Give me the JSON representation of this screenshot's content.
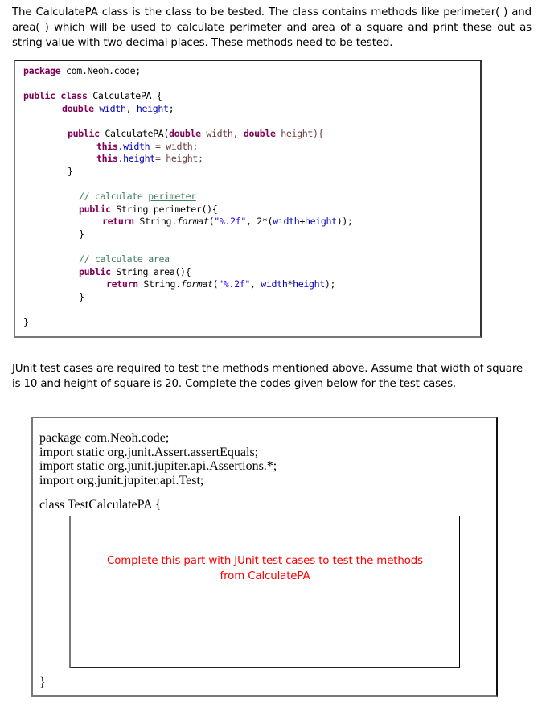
{
  "intro_paragraph": "The CalculatePA class is the class to be tested. The class contains methods like perimeter( ) and area( ) which will be used to calculate perimeter and area of a square and print these out as string value with two decimal places. These methods need to be tested.",
  "source_code": {
    "package_keyword": "package",
    "package_name": " com.Neoh.code;",
    "class_decl": {
      "public": "public",
      "class": "class",
      "name": " CalculatePA {"
    },
    "fields": {
      "type": "double",
      "names": [
        "width",
        "height"
      ]
    },
    "constructor": {
      "public": "public",
      "name": " CalculatePA(",
      "param_type": "double",
      "param1": " width, ",
      "param2": " height){",
      "this": "this",
      "width_field": ".width",
      "width_assign": " = width;",
      "height_field": ".height",
      "height_assign": "= height;",
      "close": "}"
    },
    "perimeter_method": {
      "comment_prefix": "// calculate ",
      "comment_word": "perimeter",
      "public": "public",
      "signature": " String perimeter(){",
      "return": "return",
      "call_prefix": " String.",
      "format": "format",
      "open": "(",
      "fmt_string": "\"%.2f\"",
      "args_prefix": ", 2*(",
      "arg_width": "width",
      "plus": "+",
      "arg_height": "height",
      "close_call": "));",
      "close": "}"
    },
    "area_method": {
      "comment": "// calculate area",
      "public": "public",
      "signature": " String area(){",
      "return": "return",
      "call_prefix": " String.",
      "format": "format",
      "open": "(",
      "fmt_string": "\"%.2f\"",
      "comma": ", ",
      "arg_width": "width",
      "times": "*",
      "arg_height": "height",
      "close_call": ");",
      "close": "}"
    },
    "class_close": "}"
  },
  "task_paragraph": "JUnit test cases are required to test the methods mentioned above. Assume that width of square is 10 and height of square is 20. Complete the codes given below for the test cases.",
  "test_template": {
    "lines": [
      "package com.Neoh.code;",
      "import static org.junit.Assert.assertEquals;",
      "import static org.junit.jupiter.api.Assertions.*;",
      "import org.junit.jupiter.api.Test;"
    ],
    "class_decl": "class TestCalculatePA {",
    "placeholder_line1": "Complete this part with JUnit test cases to test the methods",
    "placeholder_line2": "from CalculatePA",
    "class_close": "}"
  },
  "colors": {
    "keyword": "#7f0055",
    "field": "#0000c0",
    "string": "#2a00ff",
    "comment": "#3f7f5f",
    "hint_text": "#ff0000"
  }
}
